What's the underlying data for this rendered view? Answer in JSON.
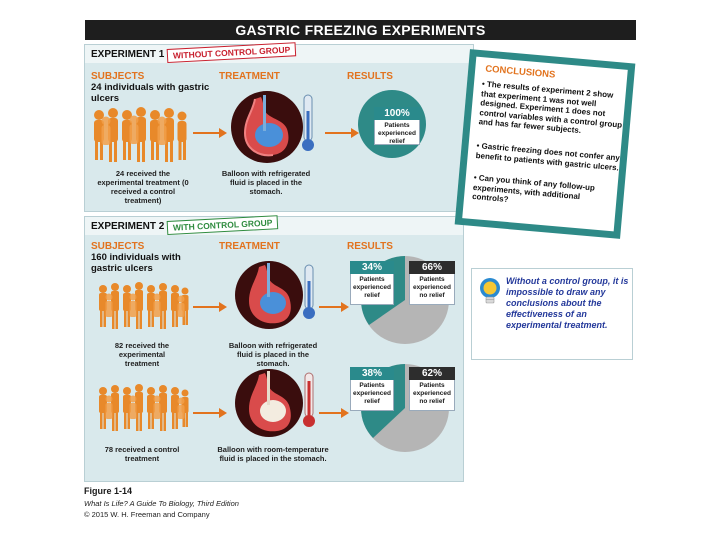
{
  "title": "GASTRIC FREEZING EXPERIMENTS",
  "experiment1": {
    "label": "EXPERIMENT 1",
    "tag": "WITHOUT CONTROL GROUP",
    "subjects_head": "SUBJECTS",
    "subjects_text": "24 individuals with gastric ulcers",
    "subjects_caption": "24 received the experimental treatment (0 received a control treatment)",
    "treatment_head": "TREATMENT",
    "treatment_caption": "Balloon with refrigerated fluid is placed in the stomach.",
    "results_head": "RESULTS",
    "result_pct": "100%",
    "result_text": "Patients experienced relief"
  },
  "experiment2": {
    "label": "EXPERIMENT 2",
    "tag": "WITH CONTROL GROUP",
    "subjects_head": "SUBJECTS",
    "subjects_text": "160 individuals with gastric ulcers",
    "group1_caption": "82 received the experimental treatment",
    "group2_caption": "78 received a control treatment",
    "treatment_head": "TREATMENT",
    "treatment1_caption": "Balloon with refrigerated fluid is placed in the stomach.",
    "treatment2_caption": "Balloon with room-temperature fluid is placed in the stomach.",
    "results_head": "RESULTS",
    "r1_relief_pct": "34%",
    "r1_relief_text": "Patients experienced relief",
    "r1_norelief_pct": "66%",
    "r1_norelief_text": "Patients experienced no relief",
    "r2_relief_pct": "38%",
    "r2_relief_text": "Patients experienced relief",
    "r2_norelief_pct": "62%",
    "r2_norelief_text": "Patients experienced no relief"
  },
  "conclusions": {
    "title": "CONCLUSIONS",
    "items": [
      "• The results of experiment 2 show that experiment 1 was not well designed. Experiment 1 does not control variables with a control group and has far fewer subjects.",
      "• Gastric freezing does not confer any benefit to patients with gastric ulcers.",
      "• Can you think of any follow-up experiments, with additional controls?"
    ]
  },
  "tip": {
    "icon": "lightbulb-icon",
    "text": "Without a control group, it is impossible to draw any conclusions about the effectiveness of an experimental treatment."
  },
  "figure": {
    "title": "Figure 1-14",
    "book": "What Is Life? A Guide To Biology, Third Edition",
    "copyright": "© 2015 W. H. Freeman and Company"
  },
  "colors": {
    "accent_orange": "#e2731e",
    "teal": "#2a8a8c",
    "panel_bg": "#d9e9ec",
    "relief_slice": "#2e8a87",
    "norelief_slice": "#b5b5b5"
  }
}
